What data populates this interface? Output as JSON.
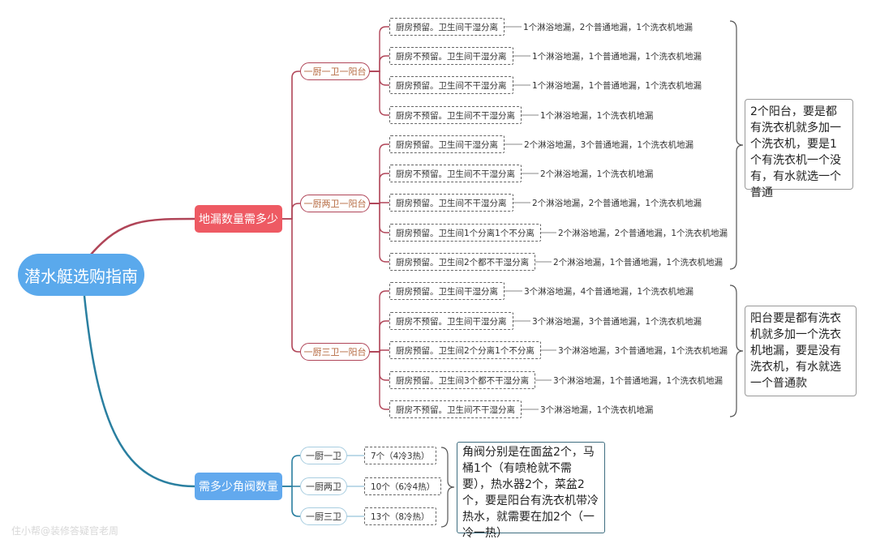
{
  "root": {
    "label": "潜水艇选购指南"
  },
  "branch_floor_drain": {
    "label": "地漏数量需多少",
    "categories": [
      {
        "label": "一厨一卫一阳台",
        "items": [
          {
            "scenario": "厨房预留。卫生间干湿分离",
            "result": "1个淋浴地漏，2个普通地漏，1个洗衣机地漏"
          },
          {
            "scenario": "厨房不预留。卫生间干湿分离",
            "result": "1个淋浴地漏，1个普通地漏，1个洗衣机地漏"
          },
          {
            "scenario": "厨房预留。卫生间不干湿分离",
            "result": "1个淋浴地漏，1个普通地漏，1个洗衣机地漏"
          },
          {
            "scenario": "厨房不预留。卫生间不干湿分离",
            "result": "1个淋浴地漏，1个洗衣机地漏"
          }
        ]
      },
      {
        "label": "一厨两卫一阳台",
        "items": [
          {
            "scenario": "厨房预留。卫生间干湿分离",
            "result": "2个淋浴地漏，3个普通地漏，1个洗衣机地漏"
          },
          {
            "scenario": "厨房不预留。卫生间不干湿分离",
            "result": "2个淋浴地漏，1个洗衣机地漏"
          },
          {
            "scenario": "厨房预留。卫生间不干湿分离",
            "result": "2个淋浴地漏，2个普通地漏，1个洗衣机地漏"
          },
          {
            "scenario": "厨房预留。卫生间1个分离1个不分离",
            "result": "2个淋浴地漏，2个普通地漏，1个洗衣机地漏"
          },
          {
            "scenario": "厨房预留。卫生间2个都不干湿分离",
            "result": "2个淋浴地漏，1个普通地漏，1个洗衣机地漏"
          }
        ]
      },
      {
        "label": "一厨三卫一阳台",
        "items": [
          {
            "scenario": "厨房预留。卫生间干湿分离",
            "result": "3个淋浴地漏，4个普通地漏，1个洗衣机地漏"
          },
          {
            "scenario": "厨房不预留。卫生间干湿分离",
            "result": "3个淋浴地漏，3个普通地漏，1个洗衣机地漏"
          },
          {
            "scenario": "厨房预留。卫生间2个分离1个不分离",
            "result": "3个淋浴地漏，3个普通地漏，1个洗衣机地漏"
          },
          {
            "scenario": "厨房预留。卫生间3个都不干湿分离",
            "result": "3个淋浴地漏，1个普通地漏，1个洗衣机地漏"
          },
          {
            "scenario": "厨房不预留。卫生间不干湿分离",
            "result": "3个淋浴地漏，1个洗衣机地漏"
          }
        ]
      }
    ],
    "notes": [
      "2个阳台，要是都有洗衣机就多加一个洗衣机，要是1个有洗衣机一个没有，有水就选一个普通",
      "阳台要是都有洗衣机就多加一个洗衣机地漏，要是没有洗衣机，有水就选一个普通款"
    ]
  },
  "branch_angle_valve": {
    "label": "需多少角阀数量",
    "items": [
      {
        "label": "一厨一卫",
        "value": "7个（4冷3热）"
      },
      {
        "label": "一厨两卫",
        "value": "10个（6冷4热）"
      },
      {
        "label": "一厨三卫",
        "value": "13个（8冷热）"
      }
    ],
    "note": "角阀分别是在面盆2个，马桶1个（有喷枪就不需要），热水器2个，菜盆2个，要是阳台有洗衣机带冷热水，就需要在加2个（一冷一热）"
  },
  "watermark": "住小帮@装修答疑官老周",
  "colors": {
    "root": "#5aa9ec",
    "branch1": "#ee5a63",
    "branch2": "#62a9ee",
    "link1": "#b04558",
    "link2": "#2a7fa0"
  }
}
